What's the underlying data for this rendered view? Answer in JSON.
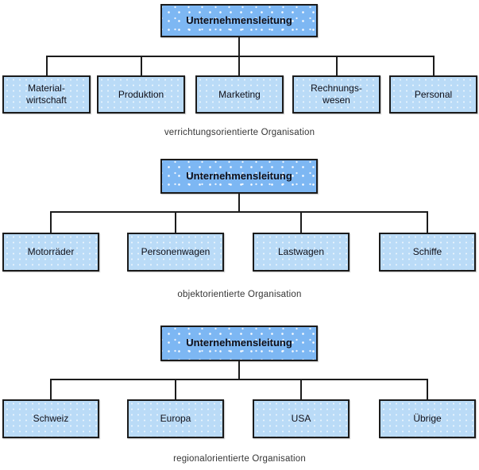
{
  "colors": {
    "root_fill": "#7db7f3",
    "child_fill": "#badbf7",
    "border": "#1b1b1b",
    "connector_line": "#1c1c1c",
    "caption_text": "#353535",
    "box_text": "#0f0f18",
    "background": "#ffffff"
  },
  "charts": [
    {
      "root_label": "Unternehmensleitung",
      "children": [
        "Material-\nwirtschaft",
        "Produktion",
        "Marketing",
        "Rechnungs-\nwesen",
        "Personal"
      ],
      "caption": "verrichtungsorientierte Organisation"
    },
    {
      "root_label": "Unternehmensleitung",
      "children": [
        "Motorräder",
        "Personenwagen",
        "Lastwagen",
        "Schiffe"
      ],
      "caption": "objektorientierte Organisation"
    },
    {
      "root_label": "Unternehmensleitung",
      "children": [
        "Schweiz",
        "Europa",
        "USA",
        "Übrige"
      ],
      "caption": "regionalorientierte Organisation"
    }
  ]
}
